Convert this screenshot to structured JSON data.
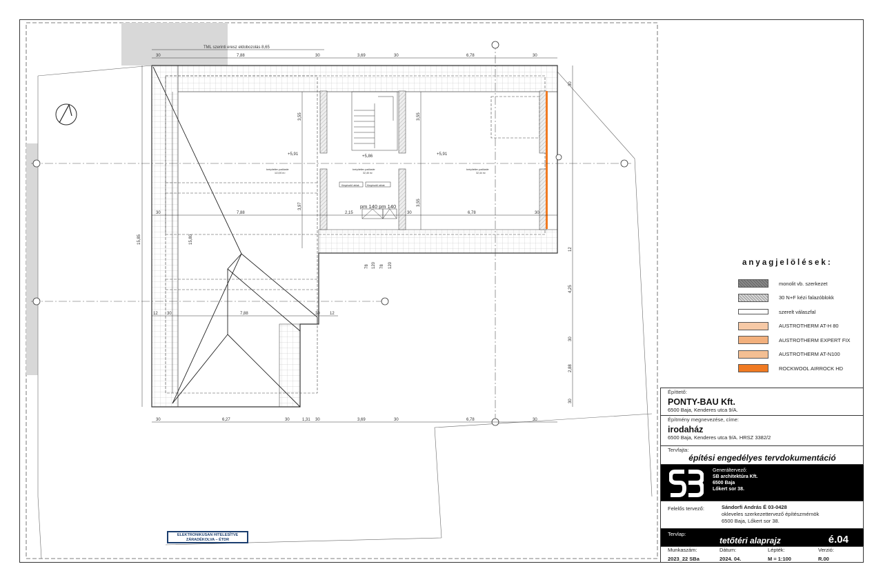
{
  "drawing": {
    "eave_note": "TML szerinti eresz eldobozolás 8,65",
    "levels": [
      "+5,91",
      "+5,86",
      "+5,91"
    ],
    "room_label": "beépítetlen padlástér",
    "room_areas": [
      "113,90 m²",
      "32,45 m²",
      "32,44 m²"
    ],
    "hatch_labels": [
      "Kiegészítő ablak",
      "Kiegészítő ablak"
    ],
    "window_note": "pm 140 pm 140",
    "top_dims": [
      "30",
      "7,88",
      "30",
      "3,69",
      "30",
      "6,78",
      "30"
    ],
    "mid_dims": [
      "30",
      "7,88",
      "2,15",
      "30",
      "6,78",
      "30"
    ],
    "lower_dims": [
      "12",
      "30",
      "7,88",
      "30",
      "12"
    ],
    "bottom_dims": [
      "30",
      "6,27",
      "30",
      "1,31",
      "30",
      "3,69",
      "30",
      "6,78",
      "30"
    ],
    "left_dims": [
      "15,85",
      "15,80"
    ],
    "right_dims": [
      "30",
      "12",
      "4,25",
      "30",
      "2,88",
      "30"
    ],
    "vertical_dims": [
      "3,55",
      "3,97",
      "3,55",
      "3,55"
    ],
    "stair_dims": [
      "78",
      "120",
      "78",
      "120"
    ]
  },
  "legend": {
    "title": "anyagjelölések:",
    "items": [
      {
        "label": "monolit vb. szerkezet",
        "color": "#8a8a8a"
      },
      {
        "label": "30 N+F kézi falazóblokk",
        "color": "#d9d9d9"
      },
      {
        "label": "szerelt válaszfal",
        "color": "#ffffff"
      },
      {
        "label": "AUSTROTHERM AT-H 80",
        "color": "#f6c9a6"
      },
      {
        "label": "AUSTROTHERM EXPERT FIX",
        "color": "#f2b07d"
      },
      {
        "label": "AUSTROTHERM AT-N100",
        "color": "#f4bf93"
      },
      {
        "label": "ROCKWOOL AIRROCK HD",
        "color": "#f07a22"
      }
    ]
  },
  "title_block": {
    "client_label": "Építtető:",
    "client_name": "PONTY-BAU Kft.",
    "client_address": "6500 Baja, Kenderes utca 9/A.",
    "building_label": "Építmény megnevezése, címe:",
    "building_name": "irodaház",
    "building_address": "6500 Baja, Kenderes utca 9/A. HRSZ 3382/2",
    "type_label": "Tervfajta:",
    "type_value": "építési engedélyes tervdokumentáció",
    "gen_label": "Generáltervező:",
    "gen_name": "SB architektúra Kft.",
    "gen_city": "6500 Baja",
    "gen_street": "Lőkert sor 38.",
    "resp_label": "Felelős tervező:",
    "resp_name": "Sándorfi András É 03-0428",
    "resp_title": "okleveles szerkezettervező építészmérnök",
    "resp_address": "6500 Baja, Lőkert sor 38.",
    "sheet_label": "Tervlap:",
    "sheet_name": "tetőtéri alaprajz",
    "sheet_no": "é.04",
    "job_label": "Munkaszám:",
    "job_value": "2023_22 SBa",
    "date_label": "Dátum:",
    "date_value": "2024. 04.",
    "scale_label": "Lépték:",
    "scale_value": "M = 1:100",
    "version_label": "Verzió:",
    "version_value": "R.00"
  },
  "stamp": {
    "line1": "ELEKTRONIKUSAN HITELESÍTVE",
    "line2": "ZÁRADÉKOLVA – ÉTDR"
  }
}
